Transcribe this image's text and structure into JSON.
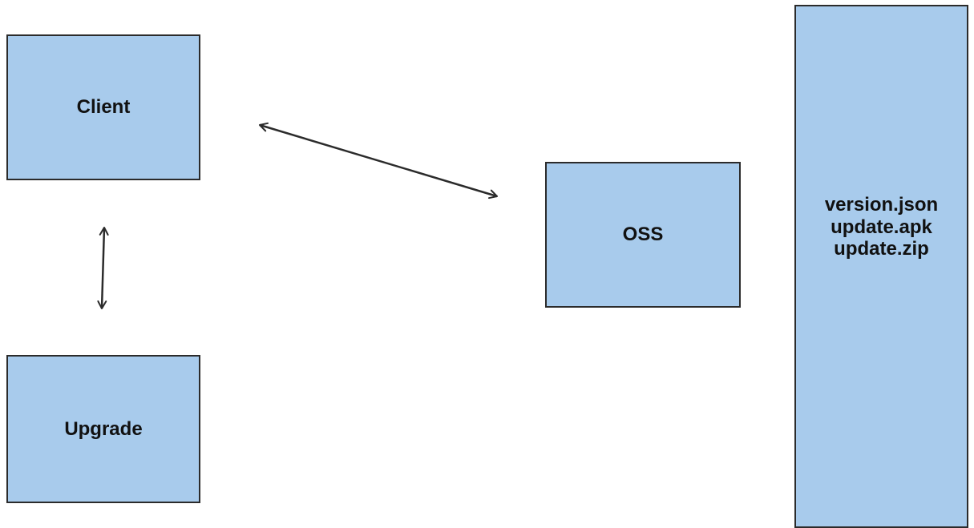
{
  "nodes": {
    "client": {
      "label": "Client"
    },
    "upgrade": {
      "label": "Upgrade"
    },
    "oss": {
      "label": "OSS"
    },
    "storage": {
      "files": [
        "version.json",
        "update.apk",
        "update.zip"
      ]
    }
  },
  "edges": [
    {
      "from": "client",
      "to": "oss",
      "direction": "bidirectional"
    },
    {
      "from": "client",
      "to": "upgrade",
      "direction": "bidirectional"
    }
  ],
  "colors": {
    "node_fill": "#a8cbec",
    "node_border": "#2b2b2b",
    "edge": "#2b2b2b",
    "text": "#111111"
  }
}
